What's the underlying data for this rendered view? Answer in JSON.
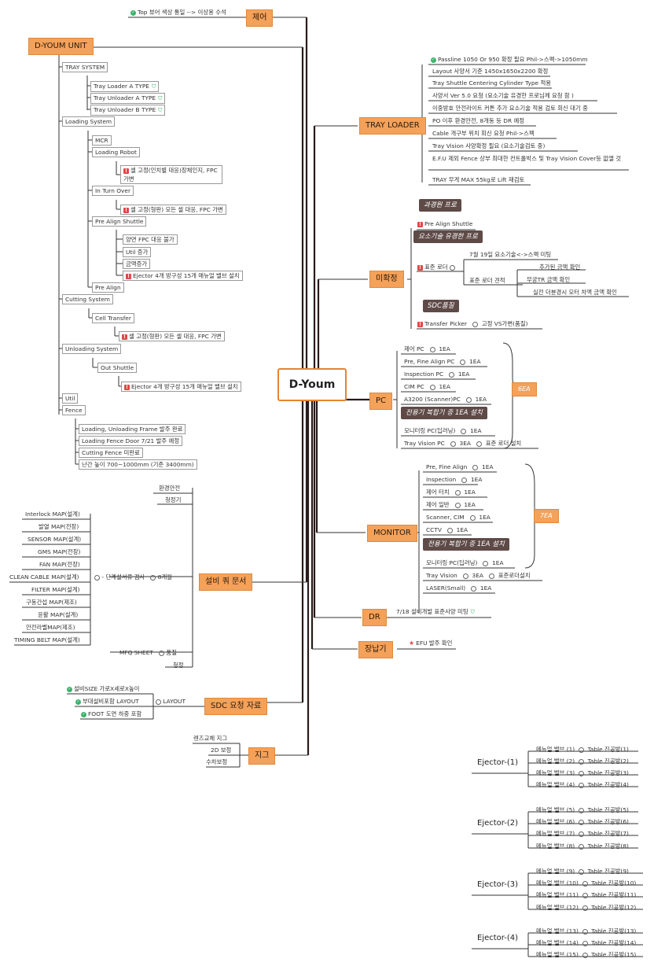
{
  "center": "D-Youm",
  "jeeo": {
    "label": "제어",
    "item": "Top 뷰어 색상 통일 --> 이상용 수석"
  },
  "unit": {
    "label": "D-YOUM UNIT",
    "tray_system": {
      "label": "TRAY SYSTEM",
      "items": [
        "Tray Loader A TYPE",
        "Tray Unloader A TYPE",
        "Tray Unloader B TYPE"
      ]
    },
    "loading_system": {
      "label": "Loading System",
      "mcr": "MCR",
      "loading_robot": "Loading Robot",
      "robot_item": "셀 고정(인치별 대응)장체인지, FPC 가변",
      "in_turn_over": "In Turn Over",
      "turn_item": "셀 고정(형판) 모든 셀 대응, FPC 가변",
      "pre_align_shuttle": "Pre Align Shuttle",
      "shuttle_items": [
        "양면 FPC 대응 불가",
        "Util 증가",
        "금액증가",
        "Ejector 4개 방구성 15개 매뉴얼 밸브 설치"
      ],
      "pre_align": "Pre Align"
    },
    "cutting_system": {
      "label": "Cutting System",
      "cell_transfer": "Cell Transfer",
      "item": "셀 고정(형판) 모든 셀 대응, FPC 가변"
    },
    "unloading_system": {
      "label": "Unloading System",
      "out_shuttle": "Out Shuttle",
      "item": "Ejector 4개 방구성 15개 매뉴얼 밸브 설치"
    },
    "util": "Util",
    "fence": {
      "label": "Fence",
      "items": [
        "Loading, Unloading Frame 발주 완료",
        "Loading Fence Door 7/21 발주 예정",
        "Cutting Fence 미완료",
        "난간 높이 700~1000mm (기준 3400mm)"
      ]
    }
  },
  "docs": {
    "label": "설비 쿼 문서",
    "top": [
      "환경안전",
      "청정기"
    ],
    "maps": [
      "Interlock MAP(설계)",
      "발열 MAP(전장)",
      "SENSOR MAP(설계)",
      "GMS MAP(전장)",
      "FAN MAP(전장)",
      "CLEAN CABLE MAP(설계)",
      "FILTER MAP(설계)",
      "구동간섭 MAP(제조)",
      "윤활 MAP(설계)",
      "안전라벨MAP(제조)",
      "TIMING BELT MAP(설계)"
    ],
    "step": "- 단계설서류 검사",
    "step_count": "8개월",
    "bottom": [
      "MFQ SHEET",
      "청정"
    ],
    "mfq_note": "품질"
  },
  "sdc": {
    "label": "SDC 요청 자료",
    "items": [
      "설비SIZE 가로X세로X높이",
      "부대설비포함 LAYOUT",
      "FOOT 도면 하중 포함"
    ],
    "layout": "LAYOUT"
  },
  "jig": {
    "label": "지그",
    "items": [
      "렌즈교체 지그",
      "2D 보정",
      "수차보정"
    ]
  },
  "tray_loader": {
    "label": "TRAY LOADER",
    "items": [
      "Passline 1050 Or 950 확정 필요 Phil->스펙->1050mm",
      "Layout 사양서 기준 1450x1650x2200 확정",
      "Tray Shuttle Centering Cylinder Type 적용",
      "사양서 Ver 5.0 요청     (요소기술 유경한 프로님께 요청 함 )",
      "이중방호 안전라이트 커튼 추가 요소기술 적용 검토 회신 대기 중",
      "PO 이후 환경안전, 8개동 등 DR 예정",
      "Cable 개구부 위치 회신 요청 Phil->스펙",
      "Tray Vision 사양확정 필요     (요소기술검토 중)",
      "E.F.U 제외 Fence 상부 최대한 컨트롤박스 및 Tray Vision Cover등 없앨 것",
      "TRAY 무게 MAX 55kg로 Lift 재검토"
    ]
  },
  "mihwakjeong": {
    "label": "미확정",
    "tag1": "과경원 프로",
    "pre_align_shuttle": "Pre Align Shuttle",
    "tag2": "요소기술 유경한 프로",
    "standard": "표준 로더",
    "jul19": "7월 19일 요소기술<->스펙 미팅",
    "quote": "표준 로더 견적",
    "quote_items": [
      "추가된 금액 확인",
      "무궁TR 금액 확인",
      "실전 더뷴경시 모터 차액 금액 확인"
    ],
    "tag3": "SDC품질",
    "transfer": "Transfer Picker",
    "transfer_note": "고정 VS가변(품질)"
  },
  "pc": {
    "label": "PC",
    "total": "6EA",
    "items": [
      {
        "name": "제어 PC",
        "qty": "1EA"
      },
      {
        "name": "Pre, Fine Align PC",
        "qty": "1EA"
      },
      {
        "name": "Inspection PC",
        "qty": "1EA"
      },
      {
        "name": "CIM PC",
        "qty": "1EA"
      },
      {
        "name": "A3200 (Scanner)PC",
        "qty": "1EA"
      }
    ],
    "tag": "전용기 복합기 중 1EA 설치",
    "monitor": {
      "name": "모니터링 PC(딥러닝)",
      "qty": "1EA"
    },
    "tray_vision": {
      "name": "Tray Vision PC",
      "qty": "3EA",
      "note": "표준 로더 설치"
    }
  },
  "monitor": {
    "label": "MONITOR",
    "total": "7EA",
    "items": [
      {
        "name": "Pre, Fine Align",
        "qty": "1EA"
      },
      {
        "name": "Inspection",
        "qty": "1EA"
      },
      {
        "name": "제어 터치",
        "qty": "1EA"
      },
      {
        "name": "제어 일반",
        "qty": "1EA"
      },
      {
        "name": "Scanner, CIM",
        "qty": "1EA"
      },
      {
        "name": "CCTV",
        "qty": "1EA"
      }
    ],
    "tag": "전용기 복합기 중 1EA 설치",
    "mon": {
      "name": "모니터링 PC(딥러닝)",
      "qty": "1EA"
    },
    "tray_vision": {
      "name": "Tray Vision",
      "qty": "3EA",
      "note": "표준로더설치"
    },
    "laser": {
      "name": "LASER(Small)",
      "qty": "1EA"
    }
  },
  "dr": {
    "label": "DR",
    "item": "7/18 설비개발 표준사양 미팅"
  },
  "jangnapgi": {
    "label": "장납기",
    "item": "EFU 발주 확인"
  },
  "ejectors": [
    {
      "label": "Ejector-(1)",
      "rows": [
        [
          "메뉴얼 밸브 (1)",
          "Table 진공방(1)"
        ],
        [
          "메뉴얼 밸브 (2)",
          "Table 진공방(2)"
        ],
        [
          "메뉴얼 밸브 (3)",
          "Table 진공방(3)"
        ],
        [
          "메뉴얼 밸브 (4)",
          "Table 진공방(4)"
        ]
      ]
    },
    {
      "label": "Ejector-(2)",
      "rows": [
        [
          "메뉴얼 밸브 (5)",
          "Table 진공방(5)"
        ],
        [
          "메뉴얼 밸브 (6)",
          "Table 진공방(6)"
        ],
        [
          "메뉴얼 밸브 (7)",
          "Table 진공방(7)"
        ],
        [
          "메뉴얼 밸브 (8)",
          "Table 진공방(8)"
        ]
      ]
    },
    {
      "label": "Ejector-(3)",
      "rows": [
        [
          "메뉴얼 밸브 (9)",
          "Table 진공방(9)"
        ],
        [
          "메뉴얼 밸브 (10)",
          "Table 진공방(10)"
        ],
        [
          "메뉴얼 밸브 (11)",
          "Table 진공방(11)"
        ],
        [
          "메뉴얼 밸브 (12)",
          "Table 진공방(12)"
        ]
      ]
    },
    {
      "label": "Ejector-(4)",
      "rows": [
        [
          "메뉴얼 밸브 (13)",
          "Table 진공방(13)"
        ],
        [
          "메뉴얼 밸브 (14)",
          "Table 진공방(14)"
        ],
        [
          "메뉴얼 밸브 (15)",
          "Table 진공방(15)"
        ]
      ]
    }
  ]
}
